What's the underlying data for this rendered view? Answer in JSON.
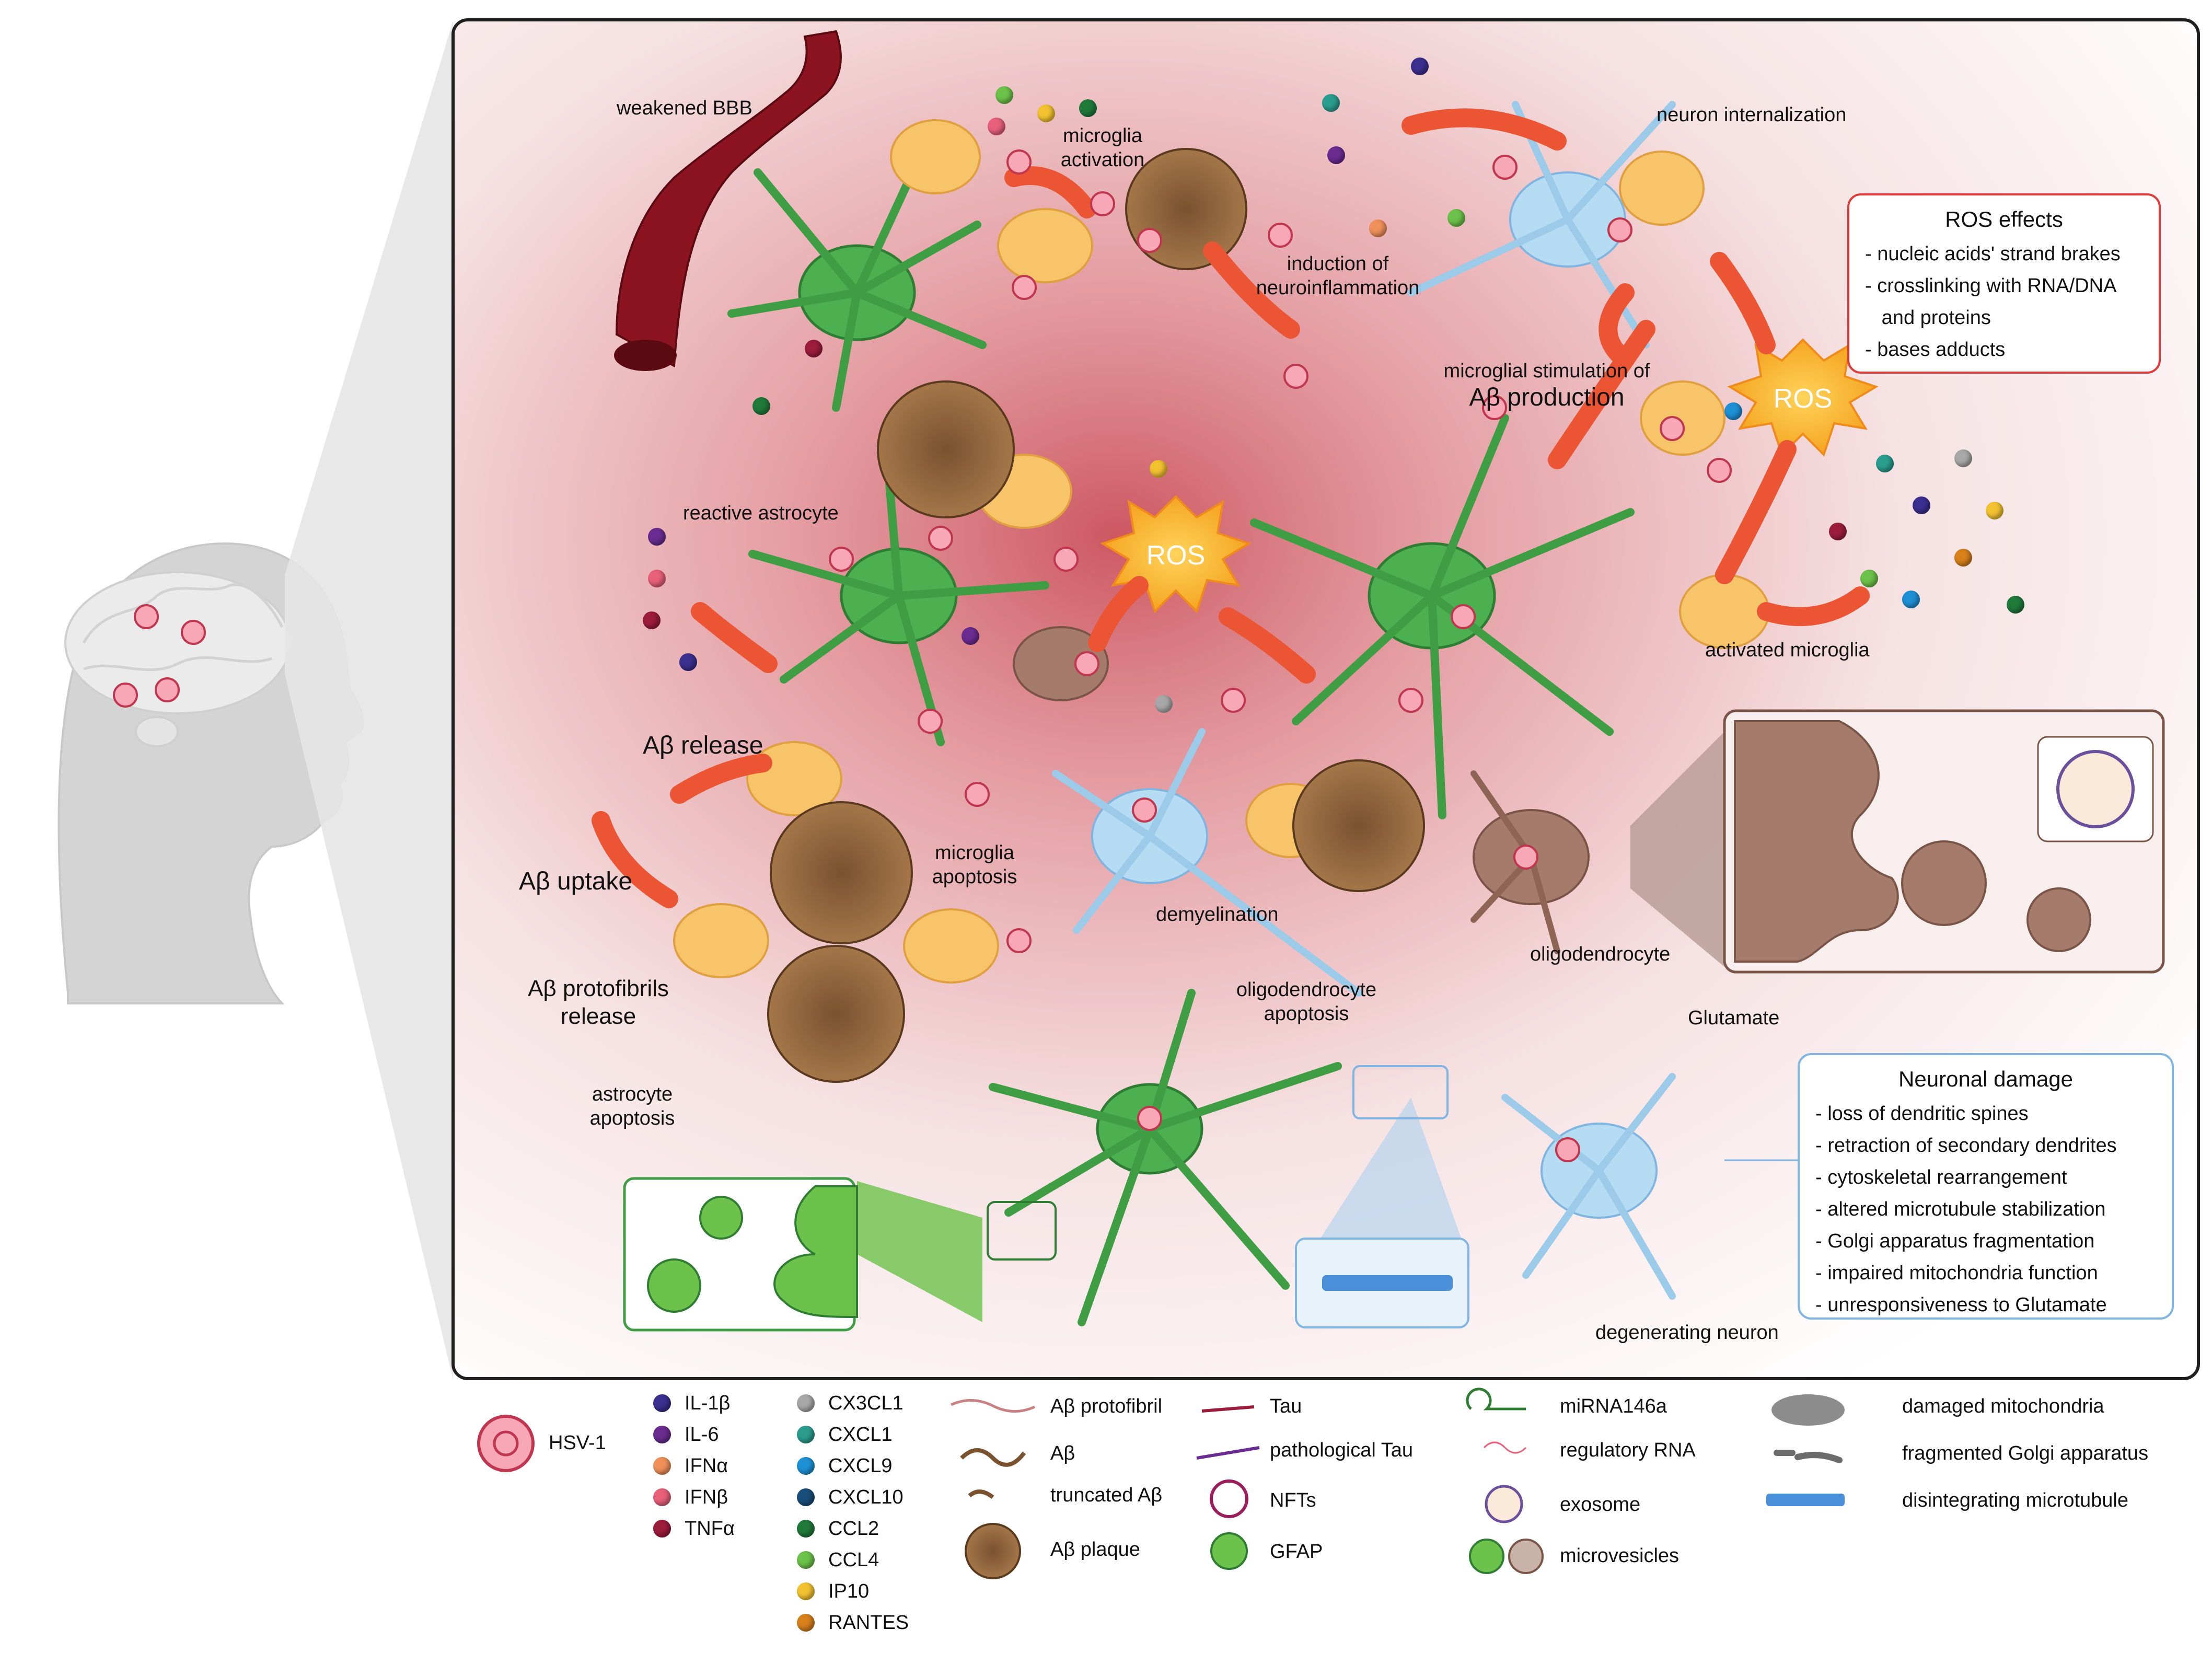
{
  "labels": {
    "weakened_bbb": "weakened BBB",
    "microglia_activation": "microglia\nactivation",
    "induction_neuroinflammation": "induction of\nneuroinflammation",
    "neuron_internalization": "neuron internalization",
    "microglial_stimulation": "microglial stimulation of",
    "abeta_production": "Aβ production",
    "reactive_astrocyte": "reactive astrocyte",
    "ros_center": "ROS",
    "ros_right": "ROS",
    "activated_microglia": "activated microglia",
    "abeta_release": "Aβ release",
    "abeta_uptake": "Aβ uptake",
    "abeta_protofibrils_release": "Aβ protofibrils\nrelease",
    "microglia_apoptosis": "microglia\napoptosis",
    "demyelination": "demyelination",
    "oligodendrocyte_apoptosis": "oligodendrocyte\napoptosis",
    "oligodendrocyte": "oligodendrocyte",
    "glutamate": "Glutamate",
    "astrocyte_apoptosis": "astrocyte\napoptosis",
    "degenerating_neuron": "degenerating neuron"
  },
  "ros_effects": {
    "title": "ROS effects",
    "items": [
      "- nucleic acids' strand brakes",
      "- crosslinking with RNA/DNA",
      "   and proteins",
      "- bases adducts"
    ]
  },
  "neuronal_damage": {
    "title": "Neuronal damage",
    "items": [
      "- loss of dendritic spines",
      "- retraction of secondary dendrites",
      "- cytoskeletal rearrangement",
      "- altered microtubule stabilization",
      "- Golgi apparatus fragmentation",
      "- impaired mitochondria function",
      "- unresponsiveness to Glutamate"
    ]
  },
  "legend": {
    "virus": "HSV-1",
    "cytokines": [
      {
        "label": "IL-1β",
        "color": "#3b2f8f"
      },
      {
        "label": "IL-6",
        "color": "#6a2c91"
      },
      {
        "label": "IFNα",
        "color": "#f0915a"
      },
      {
        "label": "IFNβ",
        "color": "#e8607a"
      },
      {
        "label": "TNFα",
        "color": "#9c1c3c"
      }
    ],
    "chemokines": [
      {
        "label": "CX3CL1",
        "color": "#a8a8a8"
      },
      {
        "label": "CXCL1",
        "color": "#2a9d8f"
      },
      {
        "label": "CXCL9",
        "color": "#1e90d6"
      },
      {
        "label": "CXCL10",
        "color": "#1a4e7a"
      },
      {
        "label": "CCL2",
        "color": "#1f7a3a"
      },
      {
        "label": "CCL4",
        "color": "#6cc24a"
      },
      {
        "label": "IP10",
        "color": "#f2c230"
      },
      {
        "label": "RANTES",
        "color": "#d8801c"
      }
    ],
    "amyloid": [
      {
        "label": "Aβ protofibril"
      },
      {
        "label": "Aβ"
      },
      {
        "label": "truncated Aβ"
      },
      {
        "label": "Aβ plaque"
      }
    ],
    "tau": [
      {
        "label": "Tau"
      },
      {
        "label": "pathological Tau"
      },
      {
        "label": "NFTs"
      },
      {
        "label": "GFAP"
      }
    ],
    "rna": [
      {
        "label": "miRNA146a"
      },
      {
        "label": "regulatory RNA"
      },
      {
        "label": "exosome"
      },
      {
        "label": "microvesicles"
      }
    ],
    "organelles": [
      {
        "label": "damaged mitochondria"
      },
      {
        "label": "fragmented Golgi apparatus"
      },
      {
        "label": "disintegrating microtubule"
      }
    ]
  }
}
